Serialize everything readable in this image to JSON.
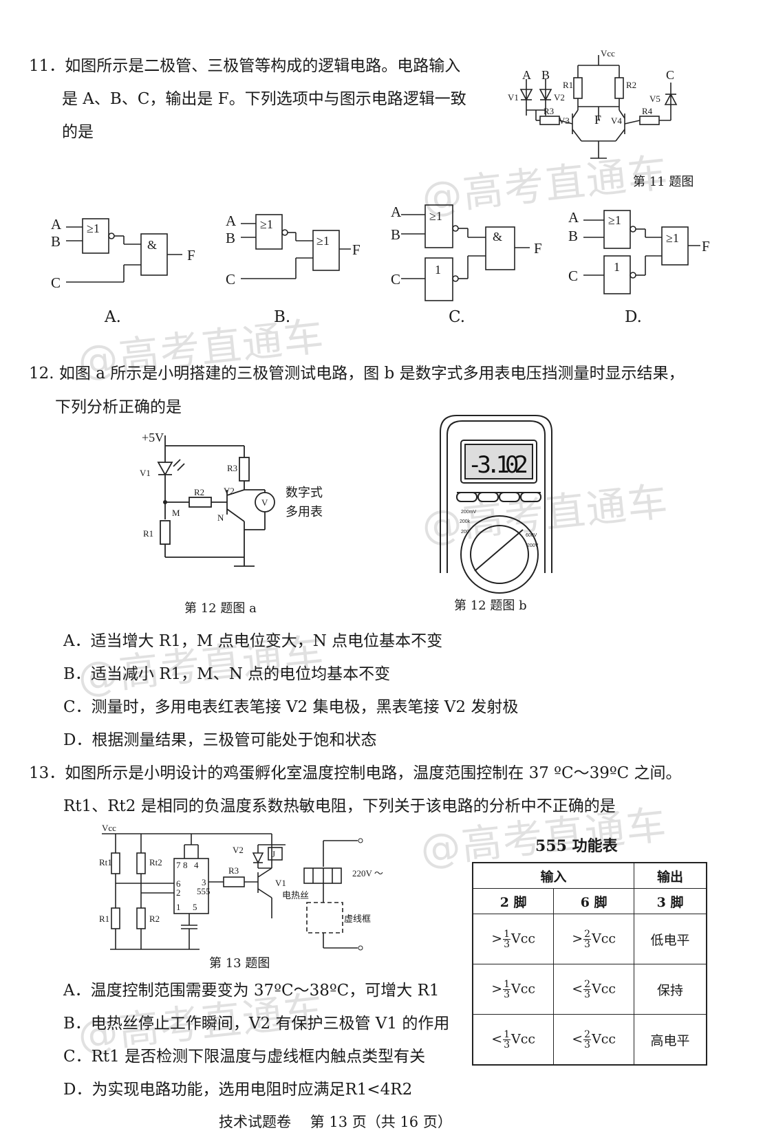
{
  "q11": {
    "line1": "11．如图所示是二极管、三极管等构成的逻辑电路。电路输入",
    "line2": "是 A、B、C，输出是 F。下列选项中与图示电路逻辑一致",
    "line3": "的是",
    "figure_caption": "第 11 题图",
    "circuit_labels": {
      "vcc": "Vcc",
      "a": "A",
      "b": "B",
      "c": "C",
      "v1": "V1",
      "v2": "V2",
      "v3": "V3",
      "v4": "V4",
      "v5": "V5",
      "r1": "R1",
      "r2": "R2",
      "r3": "R3",
      "r4": "R4",
      "f": "F"
    },
    "options": [
      {
        "letter": "A.",
        "in_a": "A",
        "in_b": "B",
        "in_c": "C",
        "gate1": "≥1",
        "gate2": "&",
        "out": "F"
      },
      {
        "letter": "B.",
        "in_a": "A",
        "in_b": "B",
        "in_c": "C",
        "gate1": "≥1",
        "gate2": "≥1",
        "out": "F"
      },
      {
        "letter": "C.",
        "in_a": "A",
        "in_b": "B",
        "in_c": "C",
        "gate1": "≥1",
        "gate_not": "1",
        "gate2": "&",
        "out": "F"
      },
      {
        "letter": "D.",
        "in_a": "A",
        "in_b": "B",
        "in_c": "C",
        "gate1": "≥1",
        "gate_not": "1",
        "gate2": "≥1",
        "out": "F"
      }
    ]
  },
  "q12": {
    "line1": "12. 如图 a 所示是小明搭建的三极管测试电路，图 b 是数字式多用表电压挡测量时显示结果，",
    "line2": "下列分析正确的是",
    "circuit_labels": {
      "vplus": "+5V",
      "v1": "V1",
      "r3": "R3",
      "v2": "V2",
      "r2": "R2",
      "m": "M",
      "n": "N",
      "r1": "R1",
      "meter": "V",
      "meter_label1": "数字式",
      "meter_label2": "多用表"
    },
    "meter_display": "-3.102",
    "caption_a": "第 12 题图 a",
    "caption_b": "第 12 题图 b",
    "options": [
      "A．适当增大 R1，M 点电位变大，N 点电位基本不变",
      "B．适当减小 R1，M、N 点的电位均基本不变",
      "C．测量时，多用电表红表笔接 V2 集电极，黑表笔接 V2 发射极",
      "D．根据测量结果，三极管可能处于饱和状态"
    ]
  },
  "q13": {
    "line1": "13．如图所示是小明设计的鸡蛋孵化室温度控制电路，温度范围控制在 37 ºC～39ºC 之间。",
    "line2": "Rt1、Rt2 是相同的负温度系数热敏电阻，下列关于该电路的分析中不正确的是",
    "circuit_labels": {
      "vcc": "Vcc",
      "rt1": "Rt1",
      "rt2": "Rt2",
      "r1": "R1",
      "r2": "R2",
      "r3": "R3",
      "v1": "V1",
      "v2": "V2",
      "j": "J",
      "chip": "555",
      "p7": "7",
      "p8": "8",
      "p4": "4",
      "p6": "6",
      "p3": "3",
      "p2": "2",
      "p1": "1",
      "p5": "5",
      "ac": "220V ～",
      "heater": "电热丝",
      "dashed": "虚线框"
    },
    "figure_caption": "第 13 题图",
    "table": {
      "title": "555 功能表",
      "h_input": "输入",
      "h_output": "输出",
      "h_pin2": "2 脚",
      "h_pin6": "6 脚",
      "h_pin3": "3 脚",
      "vcc": "Vcc",
      "rows": [
        {
          "p2_sym": ">",
          "p2_n": "1",
          "p2_d": "3",
          "p6_sym": ">",
          "p6_n": "2",
          "p6_d": "3",
          "out": "低电平"
        },
        {
          "p2_sym": ">",
          "p2_n": "1",
          "p2_d": "3",
          "p6_sym": "<",
          "p6_n": "2",
          "p6_d": "3",
          "out": "保持"
        },
        {
          "p2_sym": "<",
          "p2_n": "1",
          "p2_d": "3",
          "p6_sym": "<",
          "p6_n": "2",
          "p6_d": "3",
          "out": "高电平"
        }
      ]
    },
    "options": [
      "A．温度控制范围需要变为 37ºC～38ºC，可增大 R1",
      "B．电热丝停止工作瞬间，V2 有保护三极管 V1 的作用",
      "C．Rt1 是否检测下限温度与虚线框内触点类型有关",
      "D．为实现电路功能，选用电阻时应满足R1<4R2"
    ]
  },
  "footer": "技术试题卷　 第 13 页（共 16 页）",
  "watermark": "@高考直通车"
}
